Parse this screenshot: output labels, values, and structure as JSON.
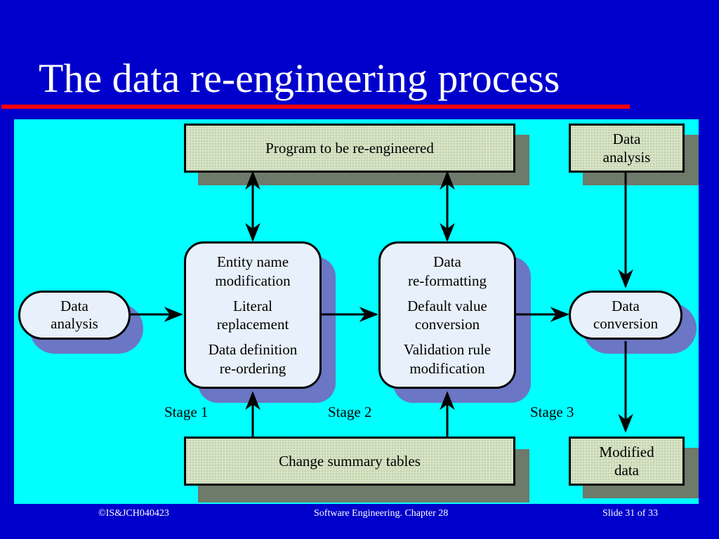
{
  "slide": {
    "title": "The data re-engineering process"
  },
  "diagram": {
    "program_box": "Program to be re-engineered",
    "data_analysis_top": [
      "Data",
      "analysis"
    ],
    "data_analysis_left": [
      "Data",
      "analysis"
    ],
    "stage1_box": [
      "Entity name",
      "modification",
      "Literal",
      "replacement",
      "Data definition",
      "re-ordering"
    ],
    "stage2_box": [
      "Data",
      "re-formatting",
      "Default value",
      "conversion",
      "Validation rule",
      "modification"
    ],
    "data_conversion": [
      "Data",
      "conversion"
    ],
    "change_summary": "Change summary tables",
    "modified_data": [
      "Modified",
      "data"
    ],
    "stage_labels": [
      "Stage 1",
      "Stage 2",
      "Stage 3"
    ]
  },
  "footer": {
    "copyright": "©IS&JCH040423",
    "course": "Software Engineering. Chapter 28",
    "slide_number": "Slide 31 of 33"
  }
}
